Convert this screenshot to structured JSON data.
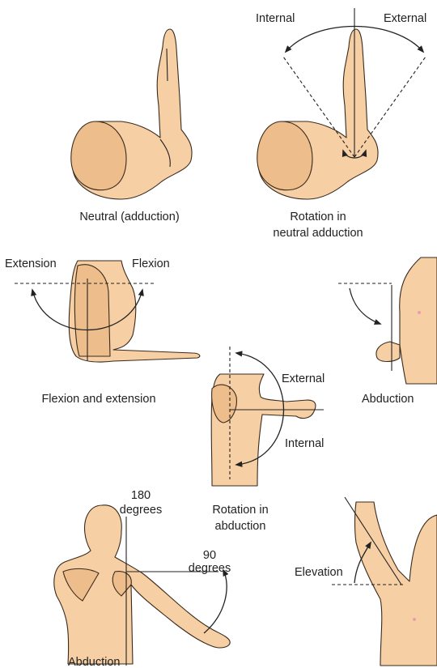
{
  "labels": {
    "neutral": "Neutral (adduction)",
    "rotation_neutral_line1": "Rotation in",
    "rotation_neutral_line2": "neutral adduction",
    "internal_top": "Internal",
    "external_top": "External",
    "extension": "Extension",
    "flexion": "Flexion",
    "flexion_extension": "Flexion and extension",
    "abduction_right": "Abduction",
    "external_mid": "External",
    "internal_mid": "Internal",
    "rotation_abduction_line1": "Rotation in",
    "rotation_abduction_line2": "abduction",
    "deg180_line1": "180",
    "deg180_line2": "degrees",
    "deg90_line1": "90",
    "deg90_line2": "degrees",
    "abduction_bottom": "Abduction",
    "elevation": "Elevation"
  },
  "colors": {
    "skin": "#f6cfa4",
    "skin_shade": "#eebd8c",
    "outline": "#3a2a1c",
    "line": "#222222"
  }
}
